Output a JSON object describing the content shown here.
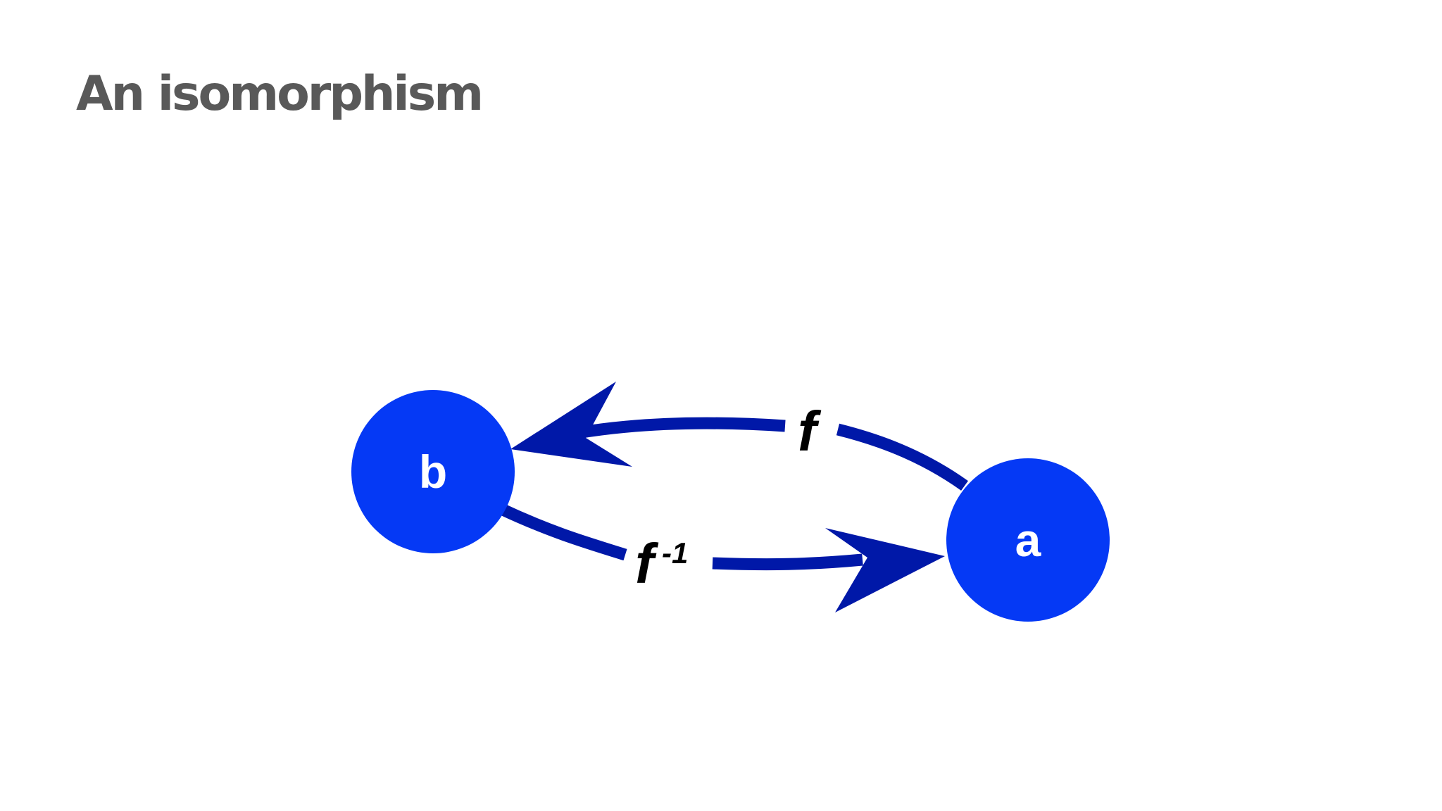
{
  "slide": {
    "title": "An isomorphism"
  },
  "diagram": {
    "nodes": [
      {
        "id": "b",
        "label": "b"
      },
      {
        "id": "a",
        "label": "a"
      }
    ],
    "edges": [
      {
        "from": "a",
        "to": "b",
        "label": "f"
      },
      {
        "from": "b",
        "to": "a",
        "label": "f",
        "superscript": "-1"
      }
    ]
  },
  "colors": {
    "node_fill": "#0539f5",
    "arrow": "#0018a8",
    "title": "#595959",
    "label": "#000000",
    "node_text": "#ffffff"
  },
  "icons": {
    "arrowhead": "arrowhead-icon"
  }
}
